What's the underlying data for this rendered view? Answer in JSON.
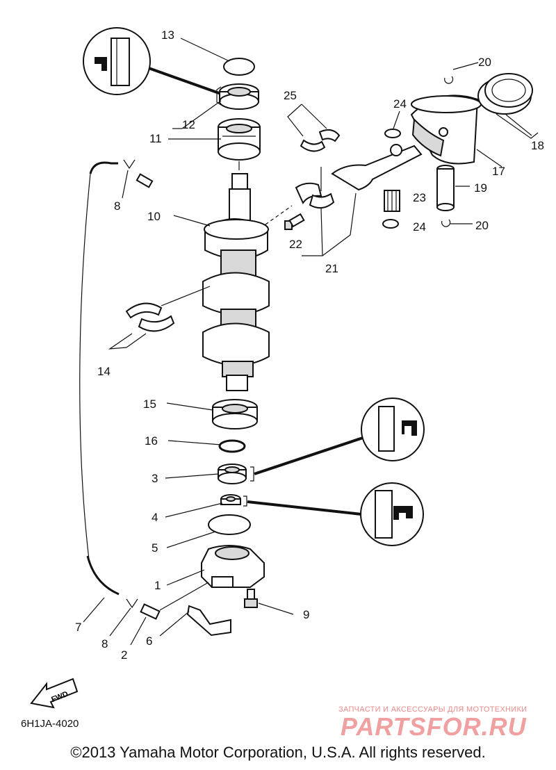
{
  "diagram": {
    "labels": [
      {
        "id": "13",
        "text": "13"
      },
      {
        "id": "12",
        "text": "12"
      },
      {
        "id": "11",
        "text": "11"
      },
      {
        "id": "8a",
        "text": "8"
      },
      {
        "id": "10",
        "text": "10"
      },
      {
        "id": "25",
        "text": "25"
      },
      {
        "id": "24a",
        "text": "24"
      },
      {
        "id": "20a",
        "text": "20"
      },
      {
        "id": "18",
        "text": "18"
      },
      {
        "id": "17",
        "text": "17"
      },
      {
        "id": "19",
        "text": "19"
      },
      {
        "id": "23",
        "text": "23"
      },
      {
        "id": "24b",
        "text": "24"
      },
      {
        "id": "20b",
        "text": "20"
      },
      {
        "id": "22",
        "text": "22"
      },
      {
        "id": "21",
        "text": "21"
      },
      {
        "id": "14",
        "text": "14"
      },
      {
        "id": "15",
        "text": "15"
      },
      {
        "id": "16",
        "text": "16"
      },
      {
        "id": "3",
        "text": "3"
      },
      {
        "id": "4",
        "text": "4"
      },
      {
        "id": "5",
        "text": "5"
      },
      {
        "id": "1",
        "text": "1"
      },
      {
        "id": "9",
        "text": "9"
      },
      {
        "id": "7",
        "text": "7"
      },
      {
        "id": "8b",
        "text": "8"
      },
      {
        "id": "2",
        "text": "2"
      },
      {
        "id": "6",
        "text": "6"
      }
    ],
    "fwd_label": "FWD",
    "diagram_code": "6H1JA-4020"
  },
  "footer": {
    "copyright": "©2013 Yamaha Motor Corporation, U.S.A. All rights reserved."
  },
  "watermark": {
    "tagline": "ЗАПЧАСТИ И АКСЕССУАРЫ ДЛЯ МОТОТЕХНИКИ",
    "brand": "PARTSFOR.RU"
  }
}
